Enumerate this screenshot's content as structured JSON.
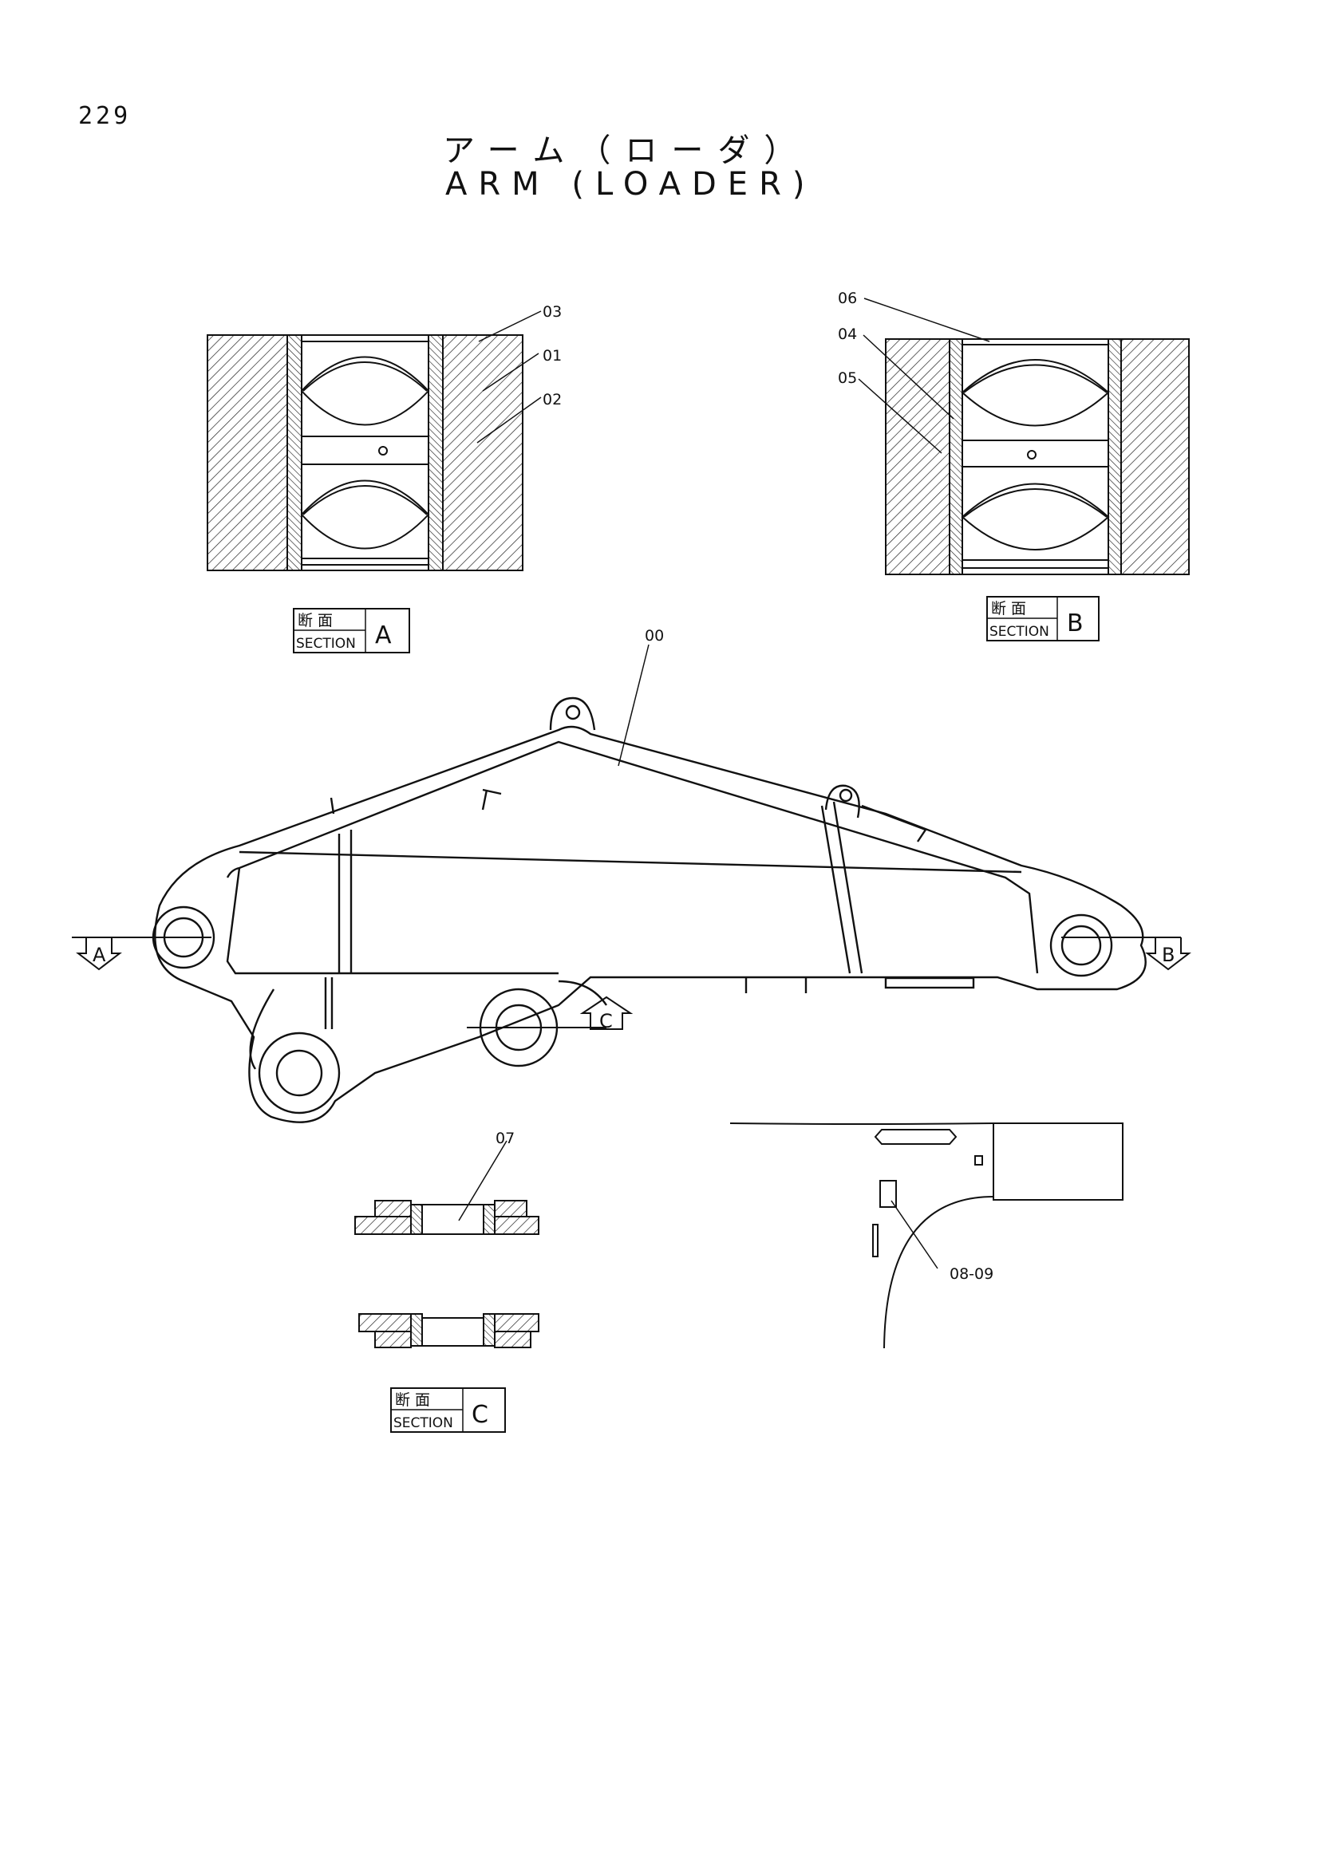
{
  "header": {
    "page_number": "229",
    "title_jp": "アーム（ローダ）",
    "title_en": "ARM (LOADER)"
  },
  "callouts": {
    "c00": "00",
    "c01": "01",
    "c02": "02",
    "c03": "03",
    "c04": "04",
    "c05": "05",
    "c06": "06",
    "c07": "07",
    "c0809": "08-09"
  },
  "sections": {
    "a": {
      "jp": "断 面",
      "en": "SECTION",
      "letter": "A"
    },
    "b": {
      "jp": "断 面",
      "en": "SECTION",
      "letter": "B"
    },
    "c": {
      "jp": "断 面",
      "en": "SECTION",
      "letter": "C"
    }
  },
  "view_arrows": {
    "a": "A",
    "b": "B",
    "c": "C"
  }
}
